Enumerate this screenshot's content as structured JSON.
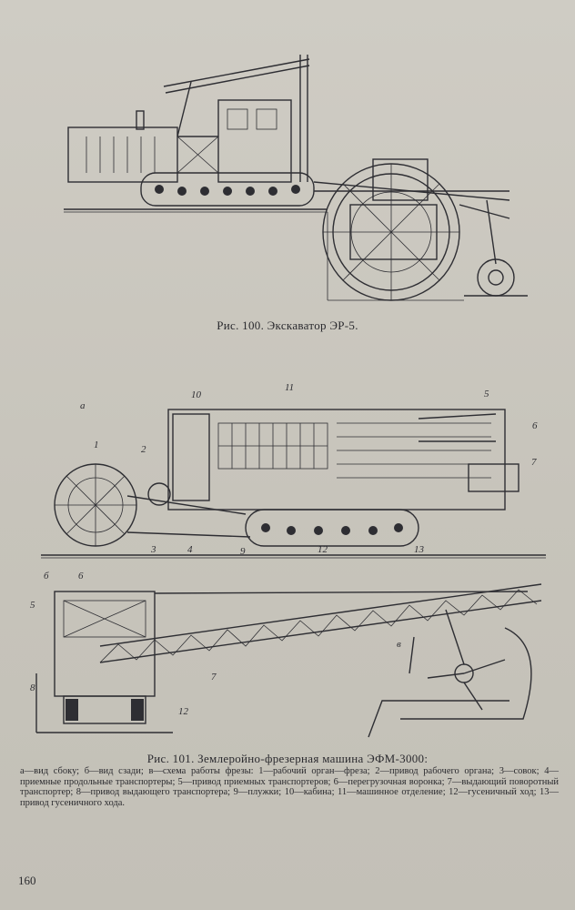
{
  "figure100": {
    "caption": "Рис. 100. Экскаватор ЭР-5."
  },
  "figure101": {
    "caption": "Рис. 101. Землеройно-фрезерная машина ЭФМ-3000:",
    "legend": "а—вид сбоку; б—вид сзади; в—схема работы фрезы: 1—рабочий орган—фреза; 2—привод рабочего органа; 3—совок; 4—приемные продольные транспортеры; 5—привод приемных транспортеров; 6—перегрузочная воронка; 7—выдающий поворотный транспортер; 8—привод выдающего транспортера; 9—плужки; 10—кабина; 11—машинное отделение; 12—гусеничный ход; 13—привод гусеничного хода.",
    "view_labels": {
      "a": "а",
      "b": "б",
      "v": "в"
    },
    "numbers": [
      "1",
      "2",
      "3",
      "4",
      "5",
      "6",
      "7",
      "8",
      "9",
      "10",
      "11",
      "12",
      "13"
    ]
  },
  "page_number": "160"
}
